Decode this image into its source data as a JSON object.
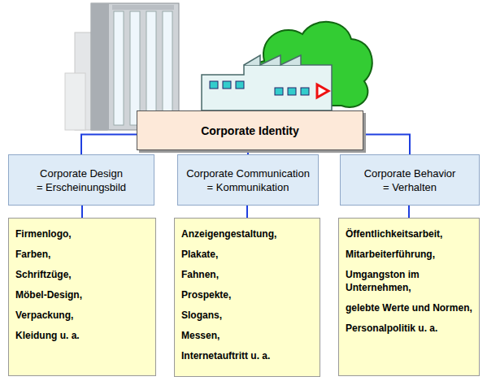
{
  "diagram": {
    "nodes": [
      {
        "text": [
          "Corporate Identity"
        ]
      },
      {
        "text": [
          "Corporate Design",
          "= Erscheinungsbild"
        ]
      },
      {
        "text": [
          "Corporate Communication",
          "= Kommunikation"
        ]
      },
      {
        "text": [
          "Corporate Behavior",
          "= Verhalten"
        ]
      },
      {
        "text": [
          "Firmenlogo,",
          "Farben,",
          "Schriftzüge,",
          "Möbel-Design,",
          "Verpackung,",
          "Kleidung u. a."
        ]
      },
      {
        "text": [
          "Anzeigengestaltung,",
          "Plakate,",
          "Fahnen,",
          "Prospekte,",
          "Slogans,",
          "Messen,",
          "Internetauftritt u. a."
        ]
      },
      {
        "text": [
          "Öffentlichkeitsarbeit,",
          "Mitarbeiterführung,",
          "Umgangston im Unternehmen,",
          "gelebte Werte und Normen,",
          "Personalpolitik u. a."
        ]
      }
    ],
    "edges": [
      {
        "from": 0,
        "to": 1,
        "arrow": "none"
      },
      {
        "from": 0,
        "to": 2,
        "arrow": "none"
      },
      {
        "from": 0,
        "to": 3,
        "arrow": "none"
      },
      {
        "from": 1,
        "to": 4,
        "arrow": "none"
      },
      {
        "from": 2,
        "to": 5,
        "arrow": "none"
      },
      {
        "from": 3,
        "to": 6,
        "arrow": "none"
      }
    ]
  }
}
